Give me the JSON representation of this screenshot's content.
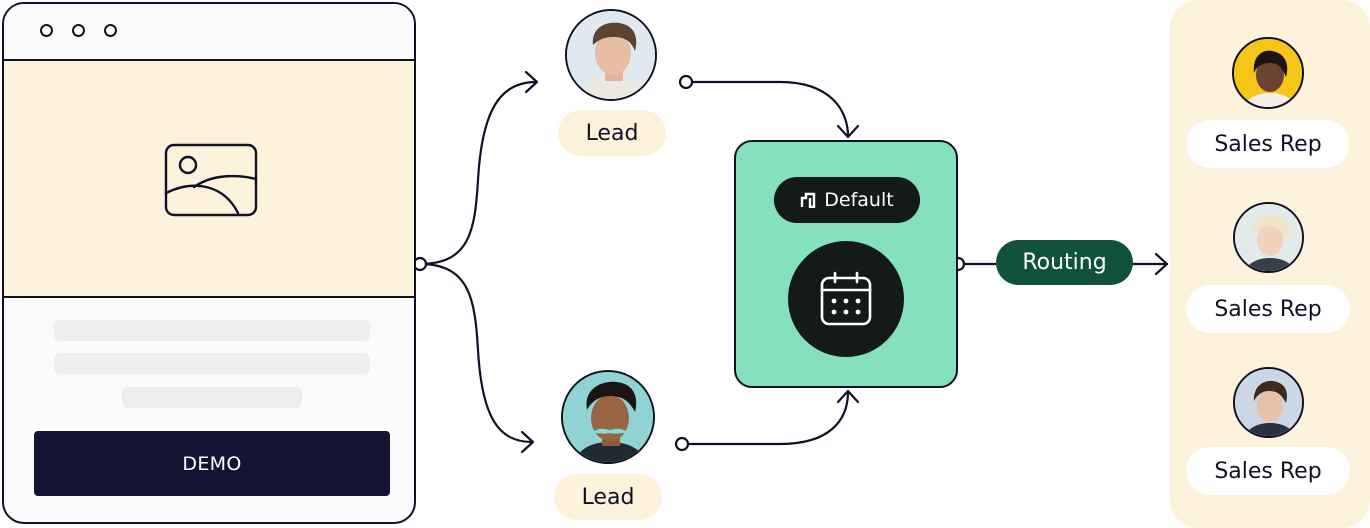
{
  "browser": {
    "demo_label": "DEMO"
  },
  "leads": [
    {
      "label": "Lead"
    },
    {
      "label": "Lead"
    }
  ],
  "router": {
    "default_label": "Default"
  },
  "routing": {
    "label": "Routing"
  },
  "sales_reps": [
    {
      "label": "Sales Rep"
    },
    {
      "label": "Sales Rep"
    },
    {
      "label": "Sales Rep"
    }
  ],
  "colors": {
    "ink": "#101126",
    "cream": "#fdf2dc",
    "mint": "#84e0bd",
    "dark_green": "#11533a",
    "navy": "#131432"
  }
}
